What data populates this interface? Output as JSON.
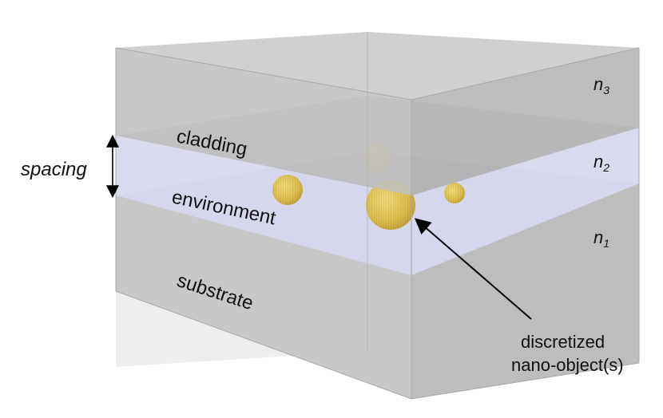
{
  "labels": {
    "cladding": "cladding",
    "environment": "environment",
    "substrate": "substrate",
    "spacing": "spacing",
    "callout_line1": "discretized",
    "callout_line2": "nano-object(s)"
  },
  "refractive_indices": [
    {
      "symbol": "n",
      "subscript": "3"
    },
    {
      "symbol": "n",
      "subscript": "2"
    },
    {
      "symbol": "n",
      "subscript": "1"
    }
  ],
  "colors": {
    "box_gray": "#c9c9c9",
    "slab_lavender": "#d8d8ee",
    "nanoparticle_gold": "#d9bd4c",
    "edge": "#b0b0b0"
  }
}
